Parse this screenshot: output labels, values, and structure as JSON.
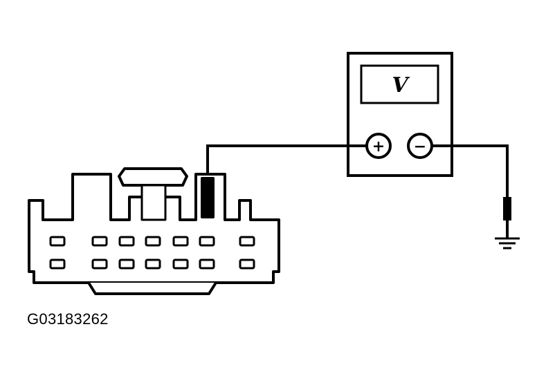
{
  "figure_id": "G03183262",
  "meter": {
    "display_label": "V",
    "positive_label": "+",
    "negative_label": "−"
  },
  "connector": {
    "rows": 2,
    "pins_per_row": 7
  },
  "colors": {
    "ink": "#000000",
    "paper": "#ffffff"
  }
}
